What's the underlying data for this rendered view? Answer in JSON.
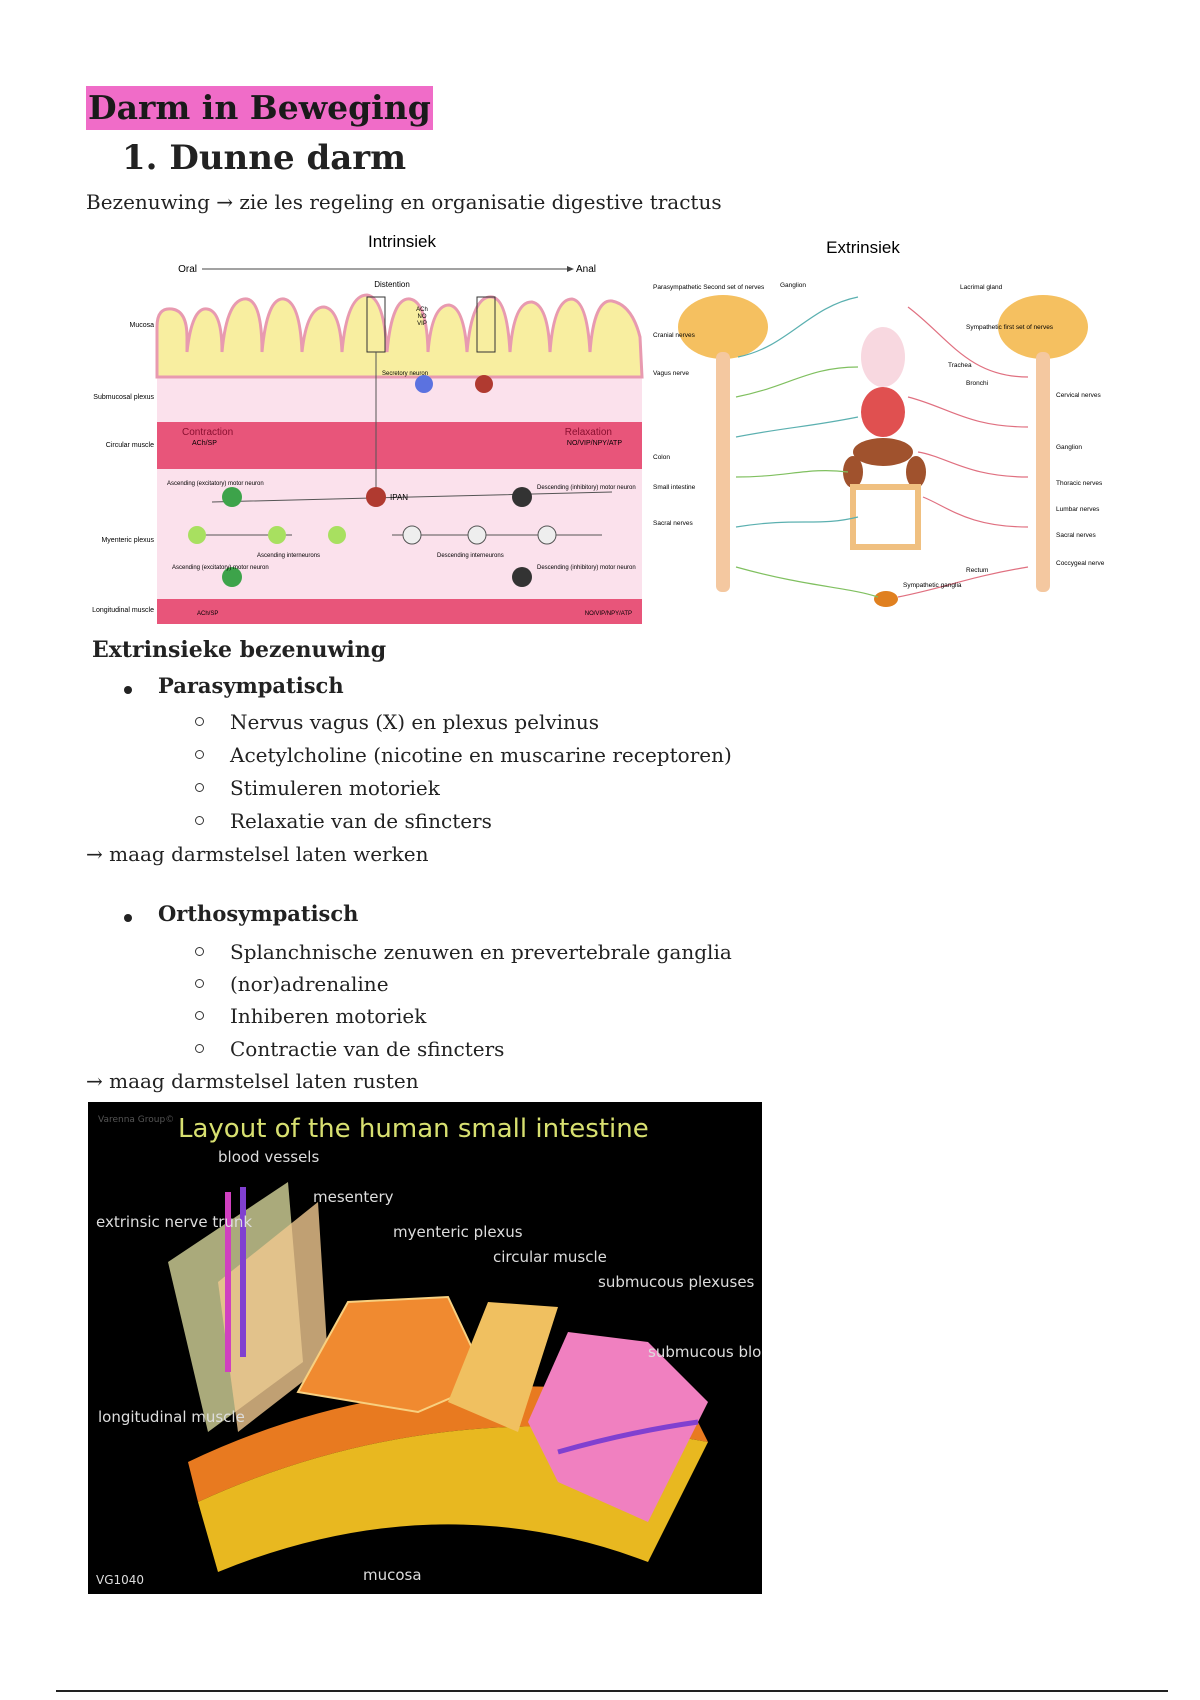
{
  "title": "Darm in Beweging",
  "heading": "1. Dunne darm",
  "intro": "Bezenuwing → zie les regeling en organisatie digestive tractus",
  "figure_intrinsic": {
    "title": "Intrinsiek",
    "oral": "Oral",
    "anal": "Anal",
    "distention": "Distention",
    "transmitters": [
      "ACh",
      "NO",
      "VIP"
    ],
    "layers": [
      "Mucosa",
      "Submucosal plexus",
      "Circular muscle",
      "Myenteric plexus",
      "Longitudinal muscle"
    ],
    "contraction": "Contraction",
    "contraction_tx": "ACh/SP",
    "relaxation": "Relaxation",
    "relaxation_tx": "NO/VIP/NPY/ATP",
    "secretory": "Secretory neuron",
    "ipan": "IPAN",
    "asc_motor_top": "Ascending (excitatory) motor neuron",
    "asc_motor_bottom": "Ascending (excitatory) motor neuron",
    "asc_inter": "Ascending interneurons",
    "desc_inter": "Descending interneurons",
    "desc_motor_top": "Descending (inhibitory) motor neuron",
    "desc_motor_bottom": "Descending (inhibitory) motor neuron",
    "long_left": "ACh/SP",
    "long_right": "NO/VIP/NPY/ATP"
  },
  "figure_extrinsic": {
    "title": "Extrinsiek",
    "left_labels": [
      "Parasympathetic Second set of nerves",
      "Cranial nerves",
      "Vagus nerve",
      "Colon",
      "Small intestine",
      "Sacral nerves"
    ],
    "top_labels": [
      "Ganglion",
      "Lacrimal gland",
      "Sympathetic first set of nerves",
      "Trachea",
      "Bronchi"
    ],
    "right_labels": [
      "Cervical nerves",
      "Ganglion",
      "Thoracic nerves",
      "Lumbar nerves",
      "Sacral nerves",
      "Coccygeal nerve"
    ],
    "bottom_labels": [
      "Rectum",
      "Sympathetic ganglia"
    ]
  },
  "section": {
    "heading": "Extrinsieke bezenuwing",
    "groups": [
      {
        "label": "Parasympatisch",
        "items": [
          "Nervus vagus (X) en plexus pelvinus",
          "Acetylcholine (nicotine en muscarine receptoren)",
          "Stimuleren motoriek",
          "Relaxatie van de sfincters"
        ],
        "note": "→ maag darmstelsel laten werken"
      },
      {
        "label": "Orthosympatisch",
        "items": [
          "Splanchnische zenuwen en prevertebrale ganglia",
          "(nor)adrenaline",
          "Inhiberen motoriek",
          "Contractie van de sfincters"
        ],
        "note": "→ maag darmstelsel laten rusten"
      }
    ]
  },
  "figure_layout": {
    "title": "Layout of the human small intestine",
    "watermark": "Varenna Group©",
    "labels": [
      "blood vessels",
      "mesentery",
      "extrinsic nerve trunk",
      "myenteric plexus",
      "circular muscle",
      "submucous plexuses",
      "submucous blood vessels",
      "longitudinal muscle",
      "mucosa"
    ],
    "code": "VG1040"
  },
  "colors": {
    "highlight": "#f06cc8",
    "mucosa": "#f8eea0",
    "muscle": "#e8557a",
    "figure_bg": "#000000",
    "figure_title": "#d8e070"
  }
}
